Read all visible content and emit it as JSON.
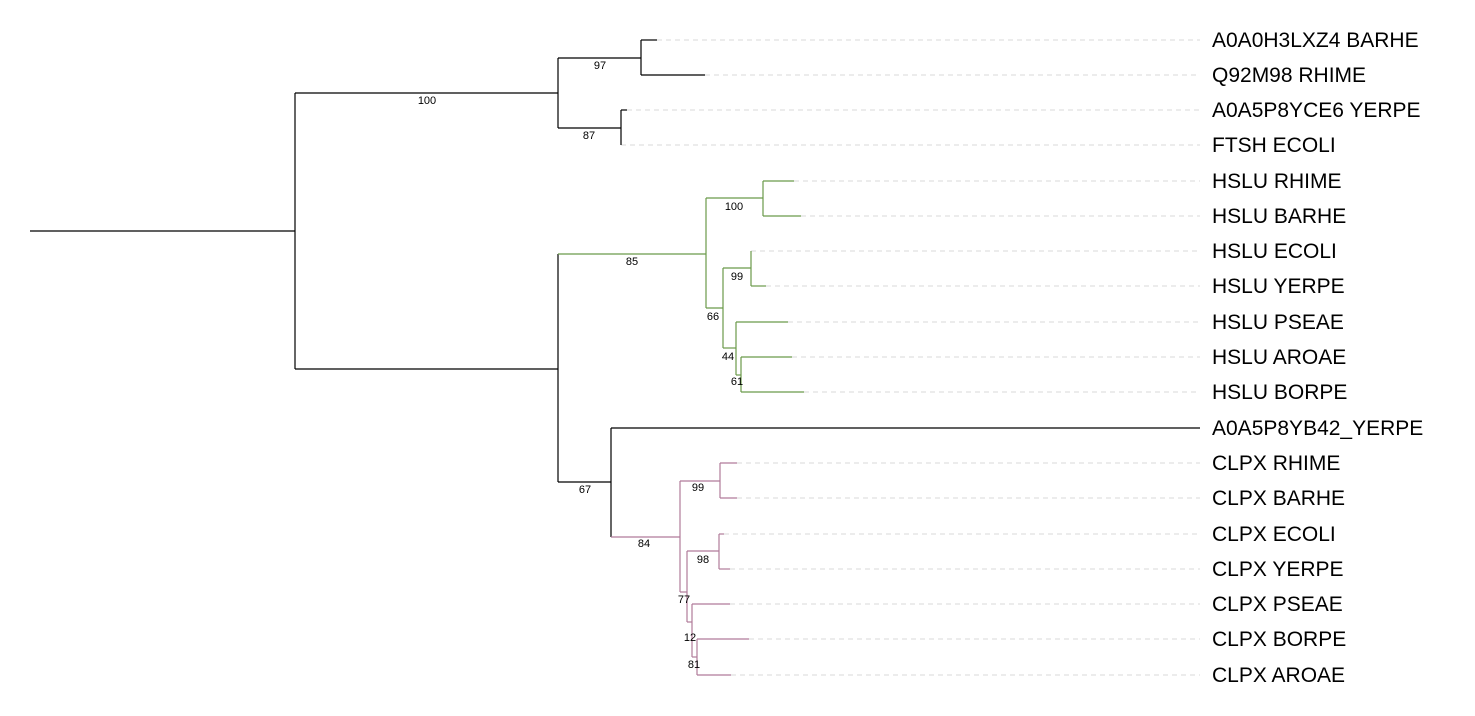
{
  "colors": {
    "default": "#000000",
    "hslu_clade": "#6a9a4a",
    "clpx_clade": "#b07a9a",
    "guide": "#d8d8d8"
  },
  "tree": {
    "leaves": [
      {
        "id": "a0a0h3lxz4-barhe",
        "label": "A0A0H3LXZ4 BARHE",
        "color": "#000000"
      },
      {
        "id": "q92m98-rhime",
        "label": "Q92M98 RHIME",
        "color": "#000000"
      },
      {
        "id": "a0a5p8yce6-yerpe",
        "label": "A0A5P8YCE6 YERPE",
        "color": "#000000"
      },
      {
        "id": "ftsh-ecoli",
        "label": "FTSH ECOLI",
        "color": "#000000"
      },
      {
        "id": "hslu-rhime",
        "label": "HSLU RHIME",
        "color": "#6a9a4a"
      },
      {
        "id": "hslu-barhe",
        "label": "HSLU BARHE",
        "color": "#6a9a4a"
      },
      {
        "id": "hslu-ecoli",
        "label": "HSLU ECOLI",
        "color": "#6a9a4a"
      },
      {
        "id": "hslu-yerpe",
        "label": "HSLU YERPE",
        "color": "#6a9a4a"
      },
      {
        "id": "hslu-pseae",
        "label": "HSLU PSEAE",
        "color": "#6a9a4a"
      },
      {
        "id": "hslu-aroae",
        "label": "HSLU AROAE",
        "color": "#6a9a4a"
      },
      {
        "id": "hslu-borpe",
        "label": "HSLU BORPE",
        "color": "#6a9a4a"
      },
      {
        "id": "a0a5p8yb42-yerpe",
        "label": "A0A5P8YB42_YERPE",
        "color": "#000000"
      },
      {
        "id": "clpx-rhime",
        "label": "CLPX RHIME",
        "color": "#b07a9a"
      },
      {
        "id": "clpx-barhe",
        "label": "CLPX BARHE",
        "color": "#b07a9a"
      },
      {
        "id": "clpx-ecoli",
        "label": "CLPX ECOLI",
        "color": "#b07a9a"
      },
      {
        "id": "clpx-yerpe",
        "label": "CLPX YERPE",
        "color": "#b07a9a"
      },
      {
        "id": "clpx-pseae",
        "label": "CLPX PSEAE",
        "color": "#b07a9a"
      },
      {
        "id": "clpx-borpe",
        "label": "CLPX BORPE",
        "color": "#b07a9a"
      },
      {
        "id": "clpx-aroae",
        "label": "CLPX AROAE",
        "color": "#b07a9a"
      }
    ],
    "support_values": [
      {
        "node": "ftsh-root",
        "value": "100"
      },
      {
        "node": "barhe-rhime",
        "value": "97"
      },
      {
        "node": "yerpe-ecoli",
        "value": "87"
      },
      {
        "node": "hslu-root",
        "value": "85"
      },
      {
        "node": "hslu-rhime-barhe",
        "value": "100"
      },
      {
        "node": "hslu-ecoli-yerpe",
        "value": "99"
      },
      {
        "node": "hslu-core",
        "value": "66"
      },
      {
        "node": "hslu-pseae-group",
        "value": "44"
      },
      {
        "node": "hslu-aroae-borpe",
        "value": "61"
      },
      {
        "node": "clpx-yb42-root",
        "value": "67"
      },
      {
        "node": "clpx-root",
        "value": "84"
      },
      {
        "node": "clpx-rhime-barhe",
        "value": "99"
      },
      {
        "node": "clpx-ecoli-yerpe",
        "value": "98"
      },
      {
        "node": "clpx-core",
        "value": "77"
      },
      {
        "node": "clpx-pseae-group",
        "value": "12"
      },
      {
        "node": "clpx-borpe-aroae",
        "value": "81"
      }
    ]
  }
}
